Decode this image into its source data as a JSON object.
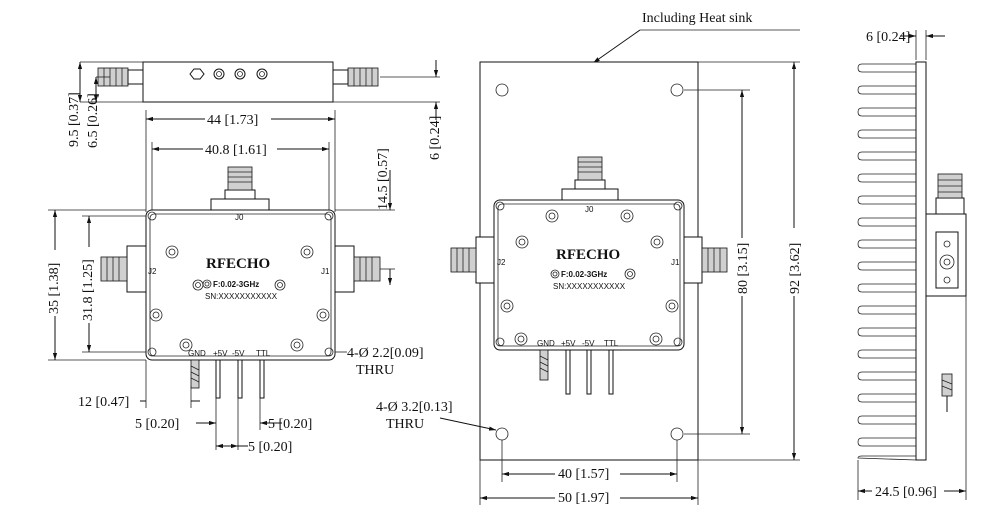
{
  "labels": {
    "heat_sink": "Including Heat sink",
    "brand": "RFECHO",
    "freq": "F:0.02-3GHz",
    "serial": "SN:XXXXXXXXXXX",
    "j0": "J0",
    "j1": "J1",
    "j2": "J2",
    "pin_gnd": "GND",
    "pin_p5v": "+5V",
    "pin_m5v": "-5V",
    "pin_ttl": "TTL",
    "thru": "THRU"
  },
  "dims": {
    "d44": "44 [1.73]",
    "d40_8": "40.8 [1.61]",
    "d9_5": "9.5 [0.37]",
    "d6_5": "6.5 [0.26]",
    "d6_side": "6 [0.24]",
    "d14_5": "14.5 [0.57]",
    "d35": "35 [1.38]",
    "d31_8": "31.8 [1.25]",
    "d12": "12 [0.47]",
    "d5a": "5 [0.20]",
    "d5b": "5 [0.20]",
    "d5c": "5 [0.20]",
    "hole_small": "4-Ø 2.2[0.09]",
    "hole_large": "4-Ø 3.2[0.13]",
    "d80": "80 [3.15]",
    "d92": "92 [3.62]",
    "d40": "40 [1.57]",
    "d50": "50 [1.97]",
    "d6_top": "6 [0.24]",
    "d24_5": "24.5 [0.96]"
  }
}
